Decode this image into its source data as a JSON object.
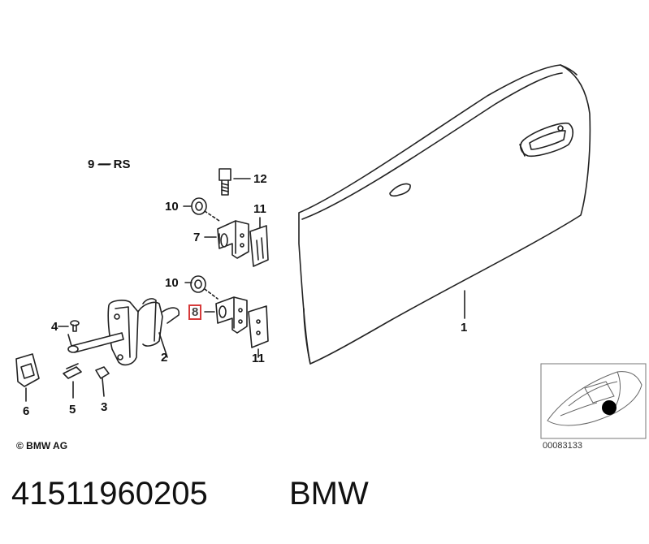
{
  "labels": {
    "l9": "9 — RS",
    "l12": "12",
    "l10a": "10",
    "l11a": "11",
    "l7": "7",
    "l10b": "10",
    "l8": "8",
    "l11b": "11",
    "l4": "4",
    "l2": "2",
    "l1": "1",
    "l6": "6",
    "l5": "5",
    "l3": "3"
  },
  "copyright": "© BMW AG",
  "ref_number": "00083133",
  "part_number": "41511960205",
  "brand": "BMW",
  "colors": {
    "highlight": "#d63a3a",
    "line": "#222222"
  }
}
